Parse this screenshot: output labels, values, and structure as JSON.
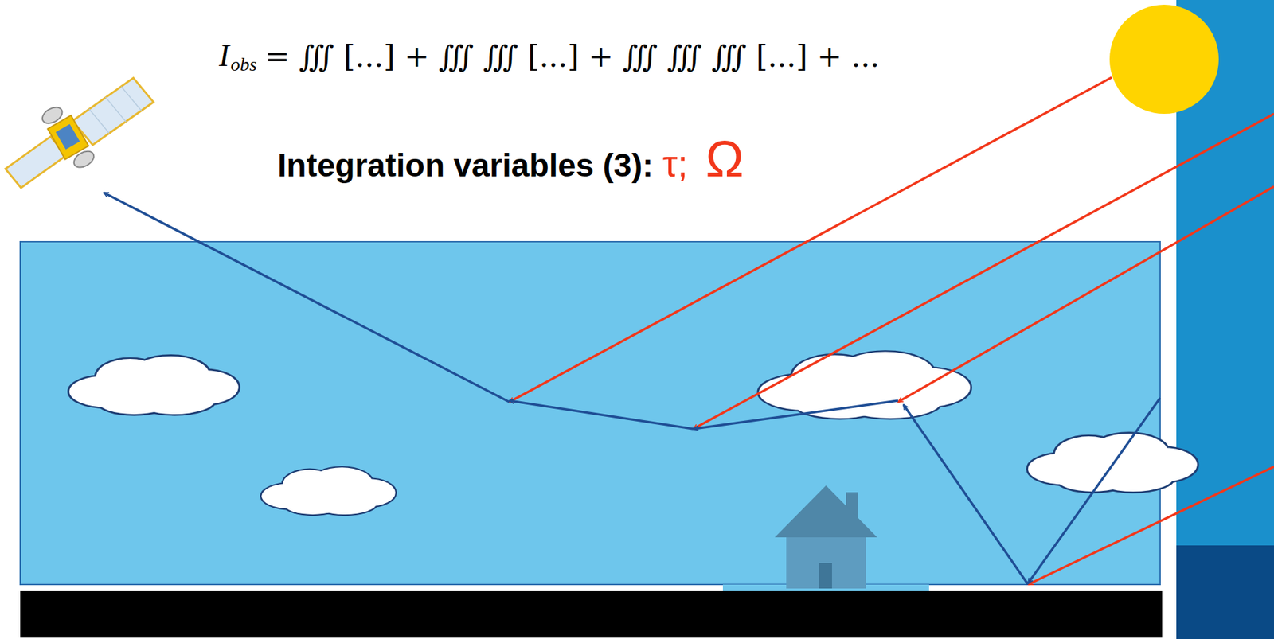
{
  "diagram": {
    "labels": [
      "I",
      "obs",
      "= ∭ [...] + ∭ ∭ [...] + ∭ ∭ ∭ [...] + ...",
      "Integration variables (3):",
      "τ;",
      "Ω"
    ]
  }
}
